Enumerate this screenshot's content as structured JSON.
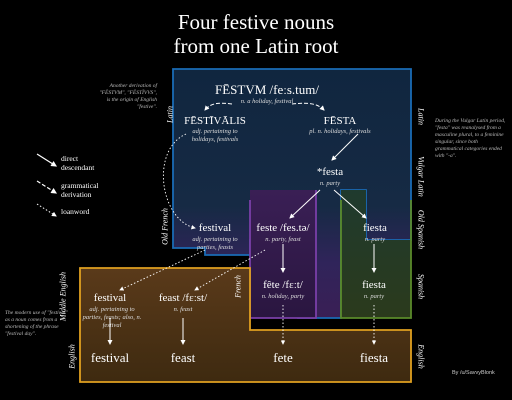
{
  "title": {
    "line1": "Four festive nouns",
    "line2": "from one Latin root"
  },
  "nodes": {
    "festum": {
      "word": "FĒSTVM /feːs.tum/",
      "desc": "n. a holiday, festival"
    },
    "festivalis": {
      "word": "FĒSTĪVĀLIS",
      "desc": "adj. pertaining to holidays, festivals"
    },
    "festa": {
      "word": "FĒSTA",
      "desc": "pl. n. holidays, festivals"
    },
    "vulgar_festa": {
      "word": "*festa",
      "desc": "n. party"
    },
    "of_festival": {
      "word": "festival",
      "desc": "adj. pertaining to parties, feasts"
    },
    "of_feste": {
      "word": "feste /fes.tə/",
      "desc": "n. party, feast"
    },
    "os_fiesta": {
      "word": "fiesta",
      "desc": "n. party"
    },
    "me_festival": {
      "word": "festival",
      "desc": "adj. pertaining to parties, feasts; also, n. festival"
    },
    "me_feast": {
      "word": "feast /fɛːst/",
      "desc": "n. feast"
    },
    "fr_fete": {
      "word": "fête /fɛːt/",
      "desc": "n. holiday, party"
    },
    "sp_fiesta": {
      "word": "fiesta",
      "desc": "n. party"
    },
    "en_festival": {
      "word": "festival"
    },
    "en_feast": {
      "word": "feast"
    },
    "en_fete": {
      "word": "fete"
    },
    "en_fiesta": {
      "word": "fiesta"
    }
  },
  "languages": {
    "latin_left": "Latin",
    "latin_right": "Latin",
    "vulgar_latin": "Vulgar Latin",
    "old_french": "Old French",
    "old_spanish": "Old Spanish",
    "french": "French",
    "spanish": "Spanish",
    "middle_english": "Middle English",
    "english_left": "English",
    "english_right": "English"
  },
  "legend": {
    "direct": "direct descendant",
    "grammatical": "grammatical derivation",
    "loanword": "loanword"
  },
  "notes": {
    "another_derivation": "Another derivation of \"FĒSTVM\", \"FĒSTĪVVS\", is the origin of English \"festive\".",
    "vulgar_latin": "During the Vulgar Latin period, \"festa\" was reanalysed from a masculine plural, to a feminine singular, since both grammatical categories ended with \"-a\".",
    "modern_use": "The modern use of \"festival\" as a noun comes from a shortening of the phrase \"festival day\"."
  },
  "credit": "By /u/SavvyBlonk",
  "colors": {
    "latin": "#1a6bb5",
    "french": "#7a3fa8",
    "spanish": "#5a8a2a",
    "english": "#e0a020",
    "background": "#000000"
  }
}
